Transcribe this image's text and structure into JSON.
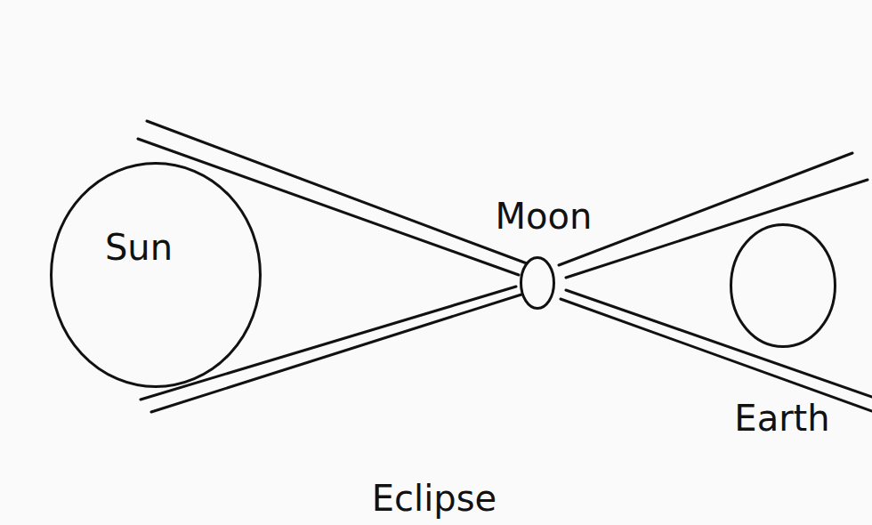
{
  "diagram": {
    "caption": "Eclipse",
    "nodes": [
      {
        "text": [
          "Sun"
        ]
      },
      {
        "text": [
          "Moon"
        ]
      },
      {
        "text": [
          "Earth"
        ]
      }
    ]
  }
}
